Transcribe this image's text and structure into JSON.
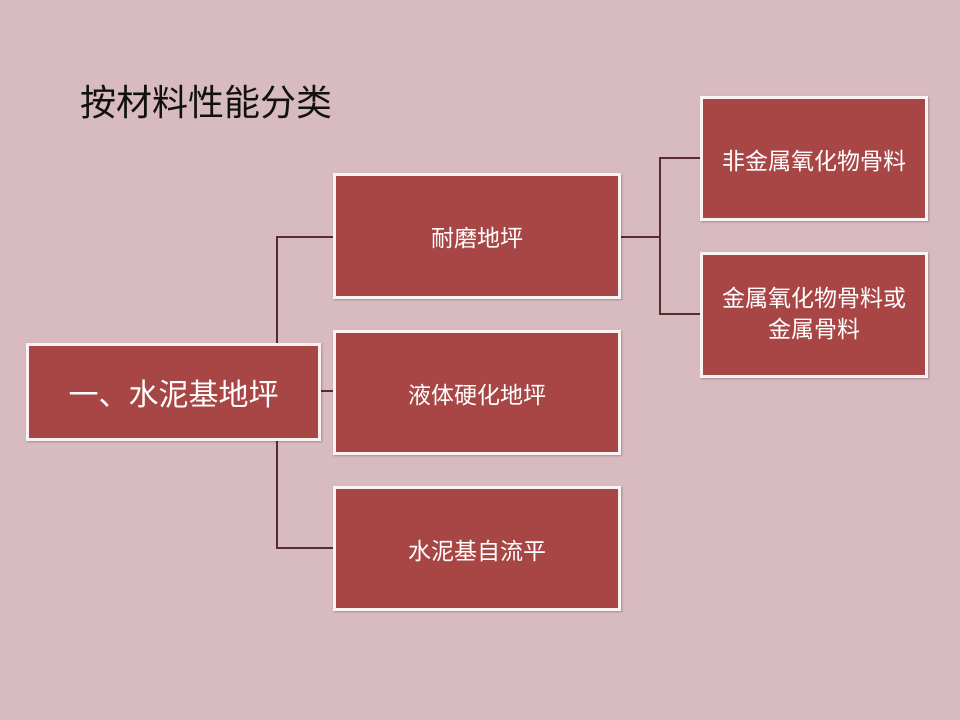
{
  "title": "按材料性能分类",
  "root": "一、水泥基地坪",
  "level2": [
    "耐磨地坪",
    "液体硬化地坪",
    "水泥基自流平"
  ],
  "level3": [
    "非金属氧化物骨料",
    "金属氧化物骨料或金属骨料"
  ],
  "colors": {
    "background": "#d8bac1",
    "box": "#a84545",
    "line": "#5a2b2d"
  }
}
